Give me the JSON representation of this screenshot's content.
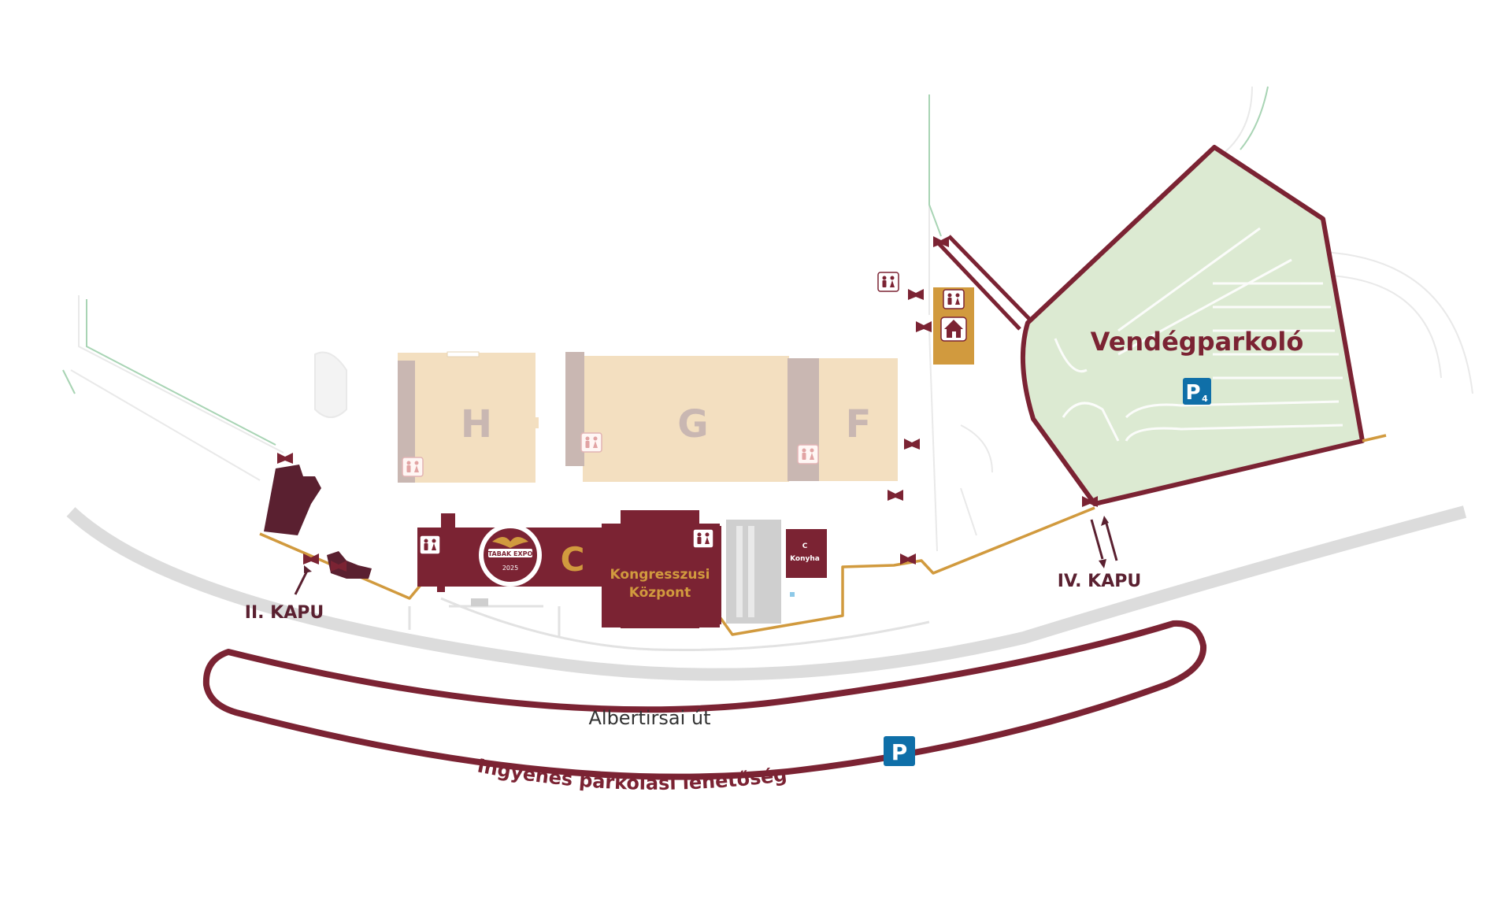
{
  "halls": {
    "h": "H",
    "g": "G",
    "f": "F",
    "c": "C"
  },
  "congress_center": {
    "line1": "Kongresszusi",
    "line2": "Központ"
  },
  "kitchen": {
    "line1": "C",
    "line2": "Konyha"
  },
  "logo": {
    "name": "TABAK EXPO",
    "year": "2025"
  },
  "gates": {
    "gate2": "II. KAPU",
    "gate4": "IV. KAPU"
  },
  "guest_parking": {
    "label": "Vendégparkoló",
    "sign": "P",
    "sign_sub": "4"
  },
  "road": {
    "label": "Albertirsai út"
  },
  "free_parking": {
    "label": "Ingyenes parkolási lehetőség",
    "sign": "P"
  },
  "colors": {
    "burgundy": "#7b2333",
    "hall_fill": "#f3dfc0",
    "hall_label": "#c9b7b2",
    "gold": "#d19a3e",
    "parking_green": "#dcead2",
    "road_grey": "#d9d9d9",
    "parking_blue": "#0f6fa8"
  },
  "icons": {
    "restroom": "restroom-icon",
    "house": "house-icon",
    "flag": "flag-marker-icon",
    "arrow": "arrow-icon",
    "parking": "parking-sign-icon"
  }
}
